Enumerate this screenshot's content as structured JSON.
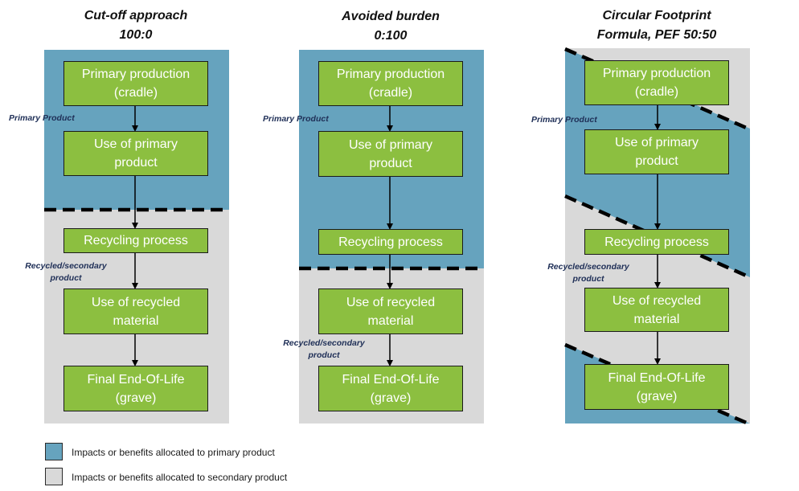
{
  "colors": {
    "primary_area": "#66a3be",
    "secondary_area": "#d9d9d9",
    "process_box": "#8cbf40",
    "label_text": "#1f2f57"
  },
  "columns": [
    {
      "title_line1": "Cut-off approach",
      "title_line2": "100:0",
      "primary_product_label": "Primary Product",
      "recycled_label_line1": "Recycled/secondary",
      "recycled_label_line2": "product",
      "boxes": [
        {
          "line1": "Primary production",
          "line2": "(cradle)"
        },
        {
          "line1": "Use of primary",
          "line2": "product"
        },
        {
          "line1": "Recycling process",
          "line2": ""
        },
        {
          "line1": "Use of recycled",
          "line2": "material"
        },
        {
          "line1": "Final End-Of-Life",
          "line2": "(grave)"
        }
      ]
    },
    {
      "title_line1": "Avoided burden",
      "title_line2": "0:100",
      "primary_product_label": "Primary Product",
      "recycled_label_line1": "Recycled/secondary",
      "recycled_label_line2": "product",
      "boxes": [
        {
          "line1": "Primary production",
          "line2": "(cradle)"
        },
        {
          "line1": "Use of primary",
          "line2": "product"
        },
        {
          "line1": "Recycling process",
          "line2": ""
        },
        {
          "line1": "Use of recycled",
          "line2": "material"
        },
        {
          "line1": "Final End-Of-Life",
          "line2": "(grave)"
        }
      ]
    },
    {
      "title_line1": "Circular Footprint",
      "title_line2": "Formula, PEF 50:50",
      "primary_product_label": "Primary Product",
      "recycled_label_line1": "Recycled/secondary",
      "recycled_label_line2": "product",
      "boxes": [
        {
          "line1": "Primary production",
          "line2": "(cradle)"
        },
        {
          "line1": "Use of primary",
          "line2": "product"
        },
        {
          "line1": "Recycling process",
          "line2": ""
        },
        {
          "line1": "Use of recycled",
          "line2": "material"
        },
        {
          "line1": "Final End-Of-Life",
          "line2": "(grave)"
        }
      ]
    }
  ],
  "legend": {
    "primary": "Impacts or benefits allocated to primary product",
    "secondary": "Impacts or benefits allocated to secondary product"
  }
}
